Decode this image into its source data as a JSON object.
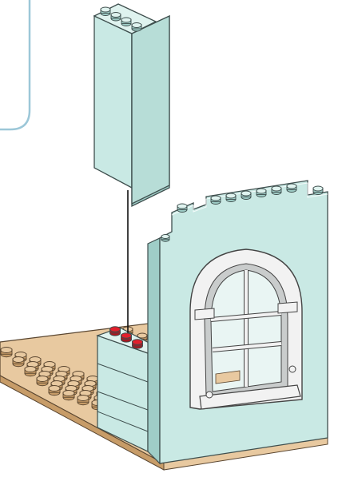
{
  "colors": {
    "background": "#ffffff",
    "callout_border": "#9cc7d8",
    "brick_mint": "#c9e9e4",
    "brick_mint_light": "#dff3ef",
    "brick_mint_dark": "#9fcdc7",
    "brick_outline": "#3e4e4d",
    "baseplate_tan": "#e8c9a0",
    "baseplate_tan_dark": "#c79c68",
    "baseplate_outline": "#5a4630",
    "window_white": "#f2f2f2",
    "window_gray": "#c9cccc",
    "window_outline": "#444444",
    "highlight_stud_red": "#e2202c",
    "guide_line": "#111111"
  },
  "illustration": {
    "parts": [
      "callout-box",
      "falling-tall-brick",
      "guide-line",
      "baseplate",
      "small-wall-stack",
      "highlighted-studs",
      "crenellated-wall",
      "arched-window"
    ],
    "highlighted_stud_count": 3
  }
}
